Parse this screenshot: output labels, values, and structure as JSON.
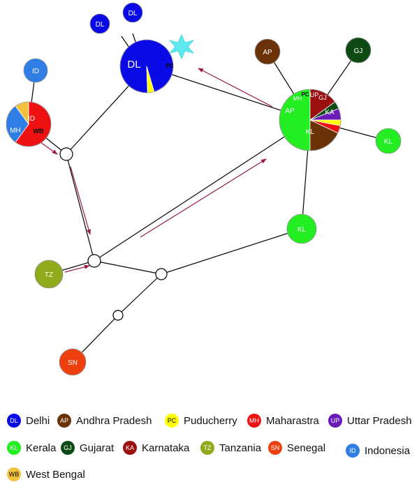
{
  "regions": {
    "DL": {
      "name": "Delhi",
      "color": "#0a0ae6",
      "text": "#ffffff"
    },
    "AP": {
      "name": "Andhra Pradesh",
      "color": "#6b3208",
      "text": "#ffffff"
    },
    "PC": {
      "name": "Puducherry",
      "color": "#ffff00",
      "text": "#000000"
    },
    "MH": {
      "name": "Maharastra",
      "color": "#ee1111",
      "text": "#ffffff"
    },
    "UP": {
      "name": "Uttar Pradesh",
      "color": "#6a1bb8",
      "text": "#ffffff"
    },
    "KL": {
      "name": "Kerala",
      "color": "#22ee22",
      "text": "#ffffff"
    },
    "GJ": {
      "name": "Gujarat",
      "color": "#0d4a14",
      "text": "#ffffff"
    },
    "KA": {
      "name": "Karnataka",
      "color": "#9c0f0f",
      "text": "#ffffff"
    },
    "TZ": {
      "name": "Tanzania",
      "color": "#8faa1b",
      "text": "#ffffff"
    },
    "SN": {
      "name": "Senegal",
      "color": "#ee3f0f",
      "text": "#ffffff"
    },
    "ID": {
      "name": "Indonesia",
      "color": "#2f7ee6",
      "text": "#ffffff"
    },
    "WB": {
      "name": "West Bengal",
      "color": "#f2c23c",
      "text": "#000000"
    }
  },
  "legend_order": [
    "DL",
    "AP",
    "PC",
    "MH",
    "UP",
    "KL",
    "GJ",
    "KA",
    "TZ",
    "SN",
    "ID",
    "WB"
  ],
  "nodes": [
    {
      "id": "dl-big",
      "slices": [
        {
          "code": "DL",
          "share": 0.96
        },
        {
          "code": "PC",
          "share": 0.04
        }
      ]
    },
    {
      "id": "dl-small-1",
      "slices": [
        {
          "code": "DL",
          "share": 1
        }
      ]
    },
    {
      "id": "dl-small-2",
      "slices": [
        {
          "code": "DL",
          "share": 1
        }
      ]
    },
    {
      "id": "id-top",
      "slices": [
        {
          "code": "ID",
          "share": 1
        }
      ]
    },
    {
      "id": "mh-mixed",
      "slices": [
        {
          "code": "MH",
          "share": 0.6
        },
        {
          "code": "ID",
          "share": 0.3
        },
        {
          "code": "WB",
          "share": 0.1
        }
      ]
    },
    {
      "id": "ap-single",
      "slices": [
        {
          "code": "AP",
          "share": 1
        }
      ]
    },
    {
      "id": "gj-single",
      "slices": [
        {
          "code": "GJ",
          "share": 1
        }
      ]
    },
    {
      "id": "kl-big",
      "slices": [
        {
          "code": "KL",
          "share": 0.5
        },
        {
          "code": "KA",
          "share": 0.15
        },
        {
          "code": "GJ",
          "share": 0.04
        },
        {
          "code": "UP",
          "share": 0.06
        },
        {
          "code": "PC",
          "share": 0.03
        },
        {
          "code": "MH",
          "share": 0.04
        },
        {
          "code": "AP",
          "share": 0.18
        }
      ]
    },
    {
      "id": "kl-right",
      "slices": [
        {
          "code": "KL",
          "share": 1
        }
      ]
    },
    {
      "id": "kl-mid",
      "slices": [
        {
          "code": "KL",
          "share": 1
        }
      ]
    },
    {
      "id": "tz-single",
      "slices": [
        {
          "code": "TZ",
          "share": 1
        }
      ]
    },
    {
      "id": "sn-single",
      "slices": [
        {
          "code": "SN",
          "share": 1
        }
      ]
    }
  ]
}
